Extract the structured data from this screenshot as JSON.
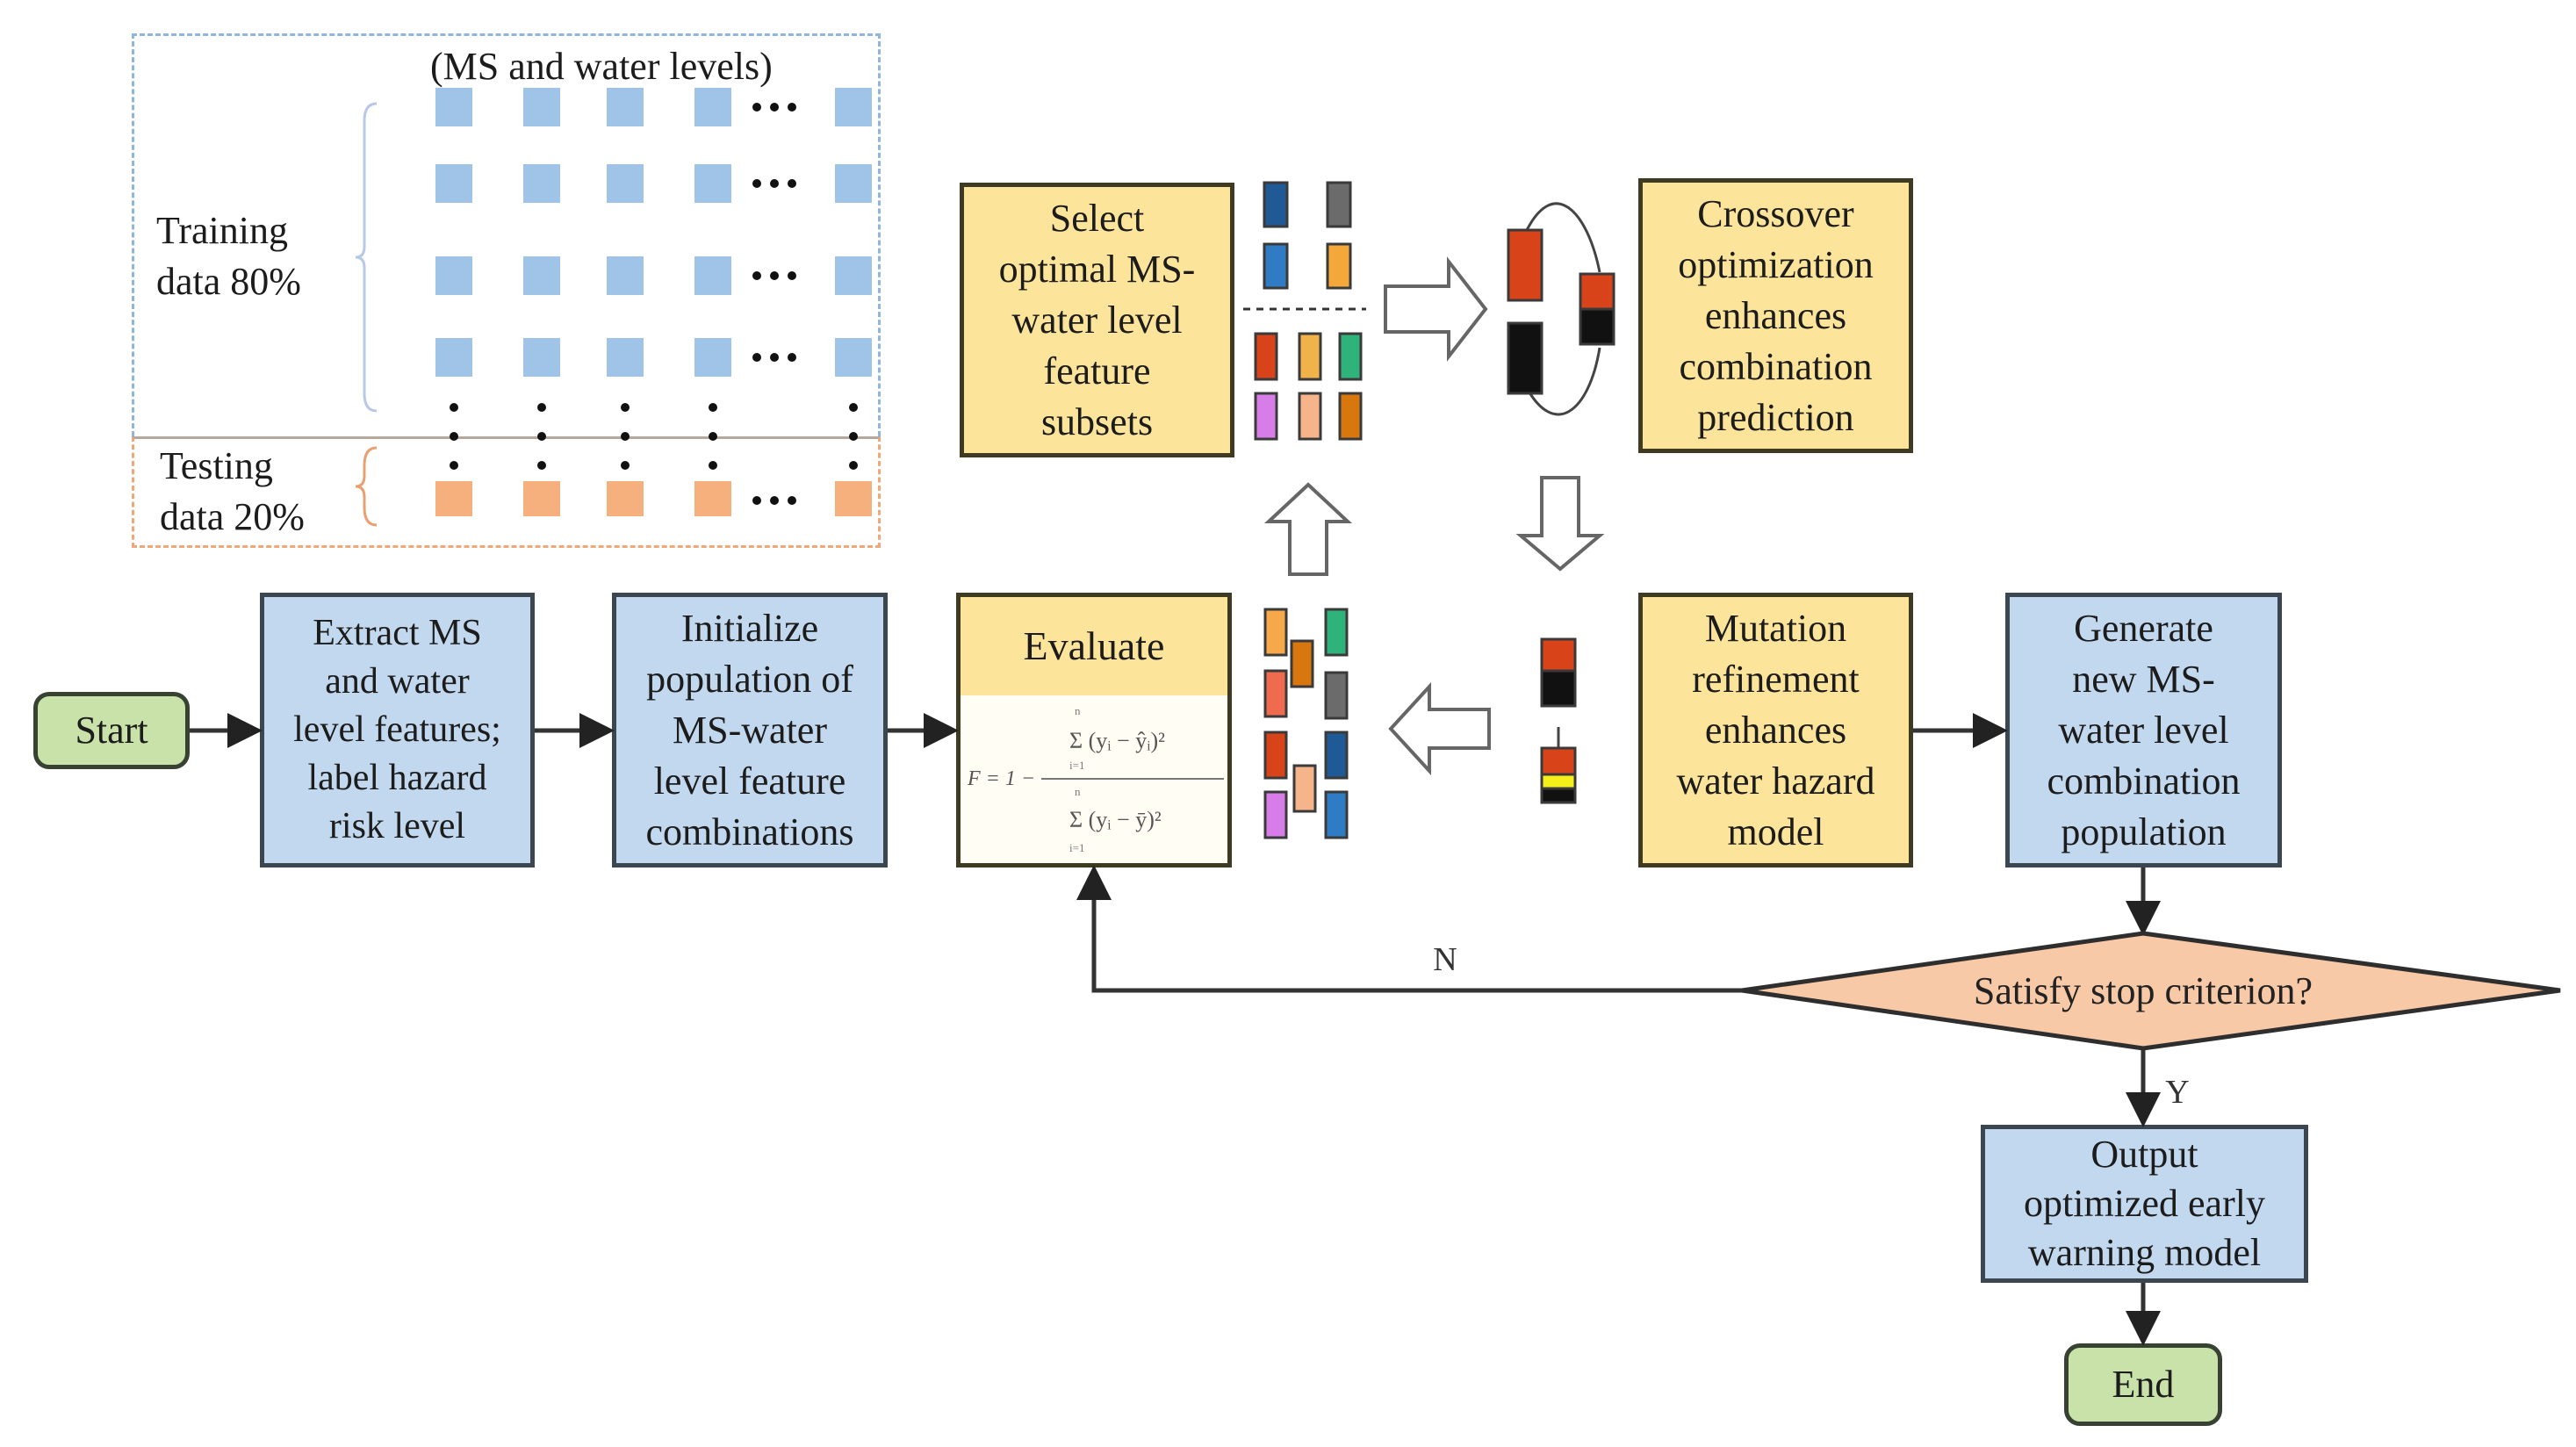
{
  "data_panel": {
    "header": "(MS and water levels)",
    "training_label": "Training\ndata 80%",
    "testing_label": "Testing\ndata 20%",
    "training_rows": 4,
    "testing_rows": 1,
    "columns_shown": 5,
    "training_color": "#9fc4e8",
    "testing_color": "#f6b07e"
  },
  "nodes": {
    "start": "Start",
    "extract": "Extract MS\nand water\nlevel features;\nlabel hazard\nrisk level",
    "initialize": "Initialize\npopulation of\nMS-water\nlevel feature\ncombinations",
    "evaluate": "Evaluate",
    "select": "Select\noptimal MS-\nwater level\nfeature\nsubsets",
    "crossover": "Crossover\noptimization\nenhances\ncombination\nprediction",
    "mutation": "Mutation\nrefinement\nenhances\nwater hazard\nmodel",
    "generate": "Generate\nnew MS-\nwater level\ncombination\npopulation",
    "decision": "Satisfy stop criterion?",
    "output": "Output\noptimized early\nwarning model",
    "end": "End"
  },
  "formula": {
    "lhs": "F = 1 −",
    "numerator": "Σ (yᵢ − ŷᵢ)²",
    "denominator": "Σ (yᵢ − ȳ)²",
    "sum_upper": "n",
    "sum_lower": "i=1"
  },
  "edge_labels": {
    "no": "N",
    "yes": "Y"
  },
  "colors": {
    "blue_box": "#c2d8ee",
    "yellow_box": "#fce49a",
    "green_terminal": "#c8e2a9",
    "decision": "#f8c9a6",
    "training_border": "#8fb6e0",
    "testing_border": "#f0a878"
  },
  "chromosome_colors": {
    "select_top": [
      "#1f5a96",
      "#6b6b6b",
      "#2f7cc4",
      "#f4a83a"
    ],
    "select_bottom": [
      "#d8431a",
      "#f2b24a",
      "#2fb37a",
      "#d77de8",
      "#f6b48a",
      "#d9770f"
    ],
    "evaluate_side": [
      "#f5a94a",
      "#d9770f",
      "#2fb37a",
      "#f06a4f",
      "#6b6b6b",
      "#d8431a",
      "#1f5a96",
      "#f6b48a",
      "#d77de8",
      "#2f7cc4"
    ],
    "crossover": [
      "#d8431a",
      "#111111"
    ],
    "mutation_highlight": "#f5f01a"
  }
}
